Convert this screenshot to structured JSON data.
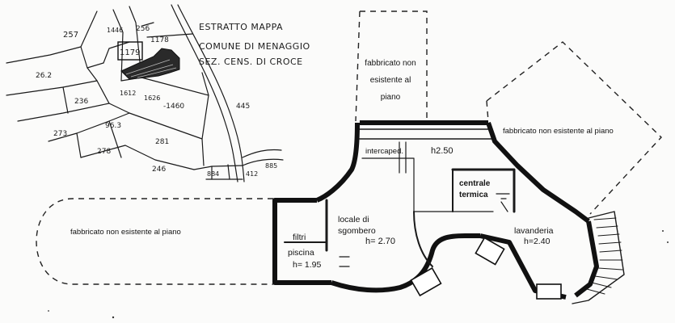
{
  "header": {
    "line1": "ESTRATTO MAPPA",
    "line2": "COMUNE DI MENAGGIO",
    "line3": "SEZ. CENS. DI CROCE"
  },
  "parcels": {
    "p257": "257",
    "p1446": "1446",
    "p256": "256",
    "p1178": "1178",
    "p1179": "1179",
    "p262": "26.2",
    "p1612": "1612",
    "p1626": "1626",
    "p1460": "-1460",
    "p445": "445",
    "p236": "236",
    "p273": "273",
    "p963": "96.3",
    "p278": "278",
    "p281": "281",
    "p246": "246",
    "p884": "884",
    "p412": "412",
    "p885": "885"
  },
  "plan": {
    "fabbricato_top_1": "fabbricato non",
    "fabbricato_top_2": "esistente al",
    "fabbricato_top_3": "piano",
    "fabbricato_right": "fabbricato non esistente al piano",
    "fabbricato_left": "fabbricato non esistente al piano",
    "intercaped": "intercaped.",
    "h250": "h2.50",
    "centrale_1": "centrale",
    "centrale_2": "termica",
    "locale_1": "locale di",
    "locale_2": "sgombero",
    "locale_h": "h= 2.70",
    "filtri": "filtri",
    "piscina": "piscina",
    "piscina_h": "h= 1.95",
    "lavanderia": "lavanderia",
    "lavanderia_h": "h=2.40"
  }
}
